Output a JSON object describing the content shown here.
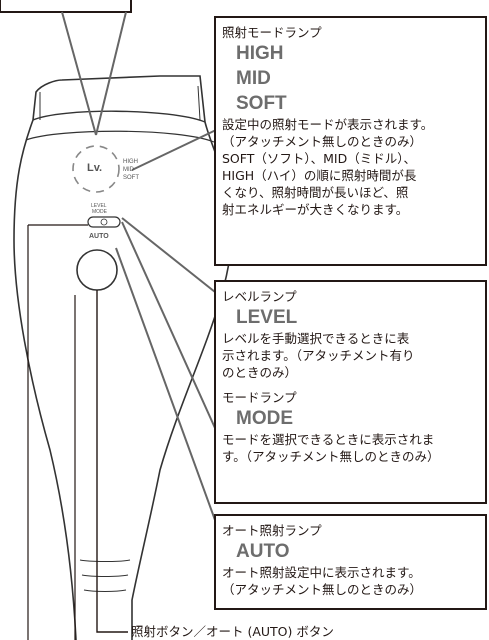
{
  "device": {
    "lv_label": "Lv.",
    "mode_small": [
      "HIGH",
      "MID",
      "SOFT"
    ],
    "level_label": "LEVEL",
    "mode_label": "MODE",
    "auto_label": "AUTO"
  },
  "callouts": {
    "irradiation_mode": {
      "heading": "照射モードランプ",
      "modes": [
        "HIGH",
        "MID",
        "SOFT"
      ],
      "description": [
        "設定中の照射モードが表示されます。",
        "（アタッチメント無しのときのみ）",
        "SOFT（ソフト）、MID（ミドル）、",
        "HIGH（ハイ）の順に照射時間が長",
        "くなり、照射時間が長いほど、照",
        "射エネルギーが大きくなります。"
      ]
    },
    "level": {
      "heading": "レベルランプ",
      "big": "LEVEL",
      "description": [
        "レベルを手動選択できるときに表",
        "示されます。（アタッチメント有り",
        "のときのみ）"
      ]
    },
    "mode": {
      "heading": "モードランプ",
      "big": "MODE",
      "description": [
        "モードを選択できるときに表示されま",
        "す。（アタッチメント無しのときのみ）"
      ]
    },
    "auto": {
      "heading": "オート照射ランプ",
      "big": "AUTO",
      "description": [
        "オート照射設定中に表示されます。",
        "（アタッチメント無しのときのみ）"
      ]
    }
  },
  "bottom_caption": "照射ボタン／オート (AUTO) ボタン",
  "colors": {
    "ink": "#231815",
    "gray_text": "#6d6d6d",
    "device_line": "#333333"
  }
}
